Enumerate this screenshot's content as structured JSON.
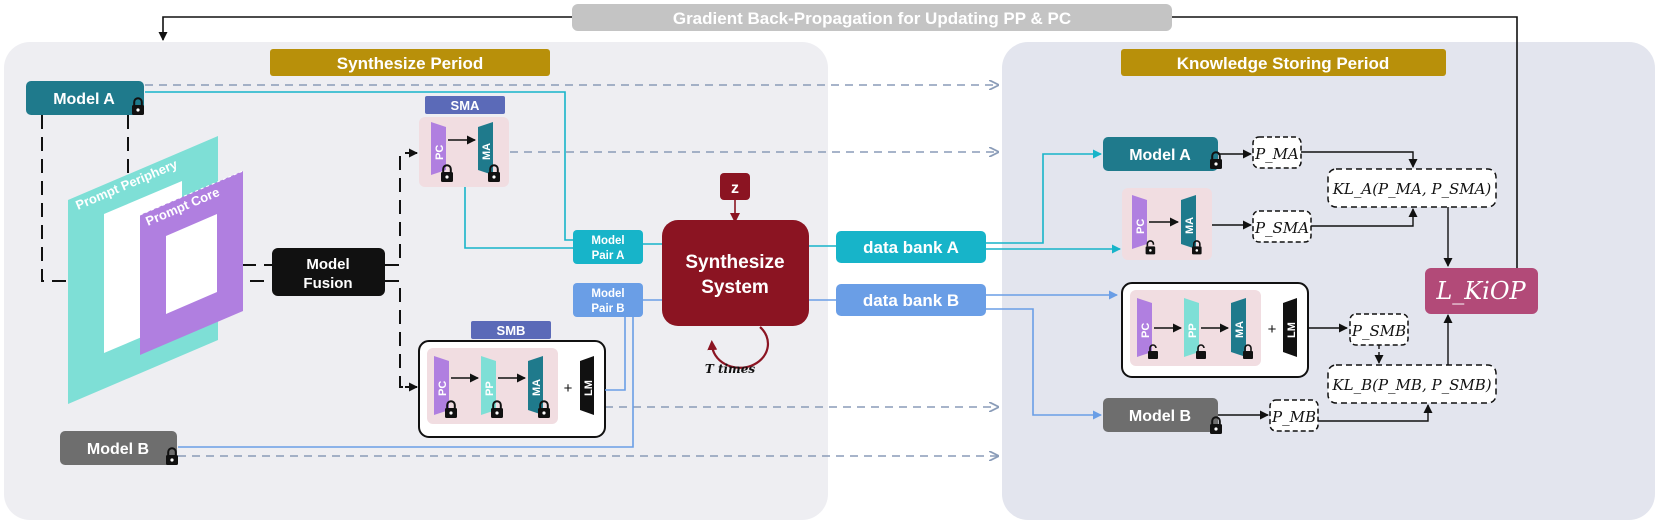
{
  "banner": {
    "text": "Gradient Back-Propagation for Updating PP & PC"
  },
  "periods": {
    "synthesize": "Synthesize Period",
    "storing": "Knowledge Storing Period"
  },
  "models": {
    "model_a": "Model A",
    "model_b": "Model B"
  },
  "prompt": {
    "periphery": "Prompt Periphery",
    "core": "Prompt Core"
  },
  "fusion": {
    "line1": "Model",
    "line2": "Fusion"
  },
  "sma": {
    "title": "SMA",
    "pc": "PC",
    "ma": "MA"
  },
  "smb": {
    "title": "SMB",
    "pc": "PC",
    "pp": "PP",
    "ma": "MA",
    "plus": "+",
    "lm": "LM"
  },
  "pairs": {
    "a_line1": "Model",
    "a_line2": "Pair A",
    "b_line1": "Model",
    "b_line2": "Pair B"
  },
  "synth": {
    "z": "z",
    "line1": "Synthesize",
    "line2": "System",
    "loop": "T times"
  },
  "banks": {
    "a": "data bank A",
    "b": "data bank B"
  },
  "right": {
    "p_ma": "P_MA",
    "p_sma": "P_SMA",
    "p_smb": "P_SMB",
    "p_mb": "P_MB",
    "kl_a": "KL_A(P_MA, P_SMA)",
    "kl_b": "KL_B(P_MB, P_SMB)",
    "loss": "L_KiOP"
  },
  "colors": {
    "teal_dark": "#1f7a8c",
    "gray_box": "#6e6e6e",
    "gold": "#b8900a",
    "cyan": "#17b4c9",
    "blue": "#6a9ee6",
    "maroon": "#8b1422",
    "loss": "#b24a78",
    "purple": "#b07fe0",
    "aqua": "#7edfd6"
  }
}
